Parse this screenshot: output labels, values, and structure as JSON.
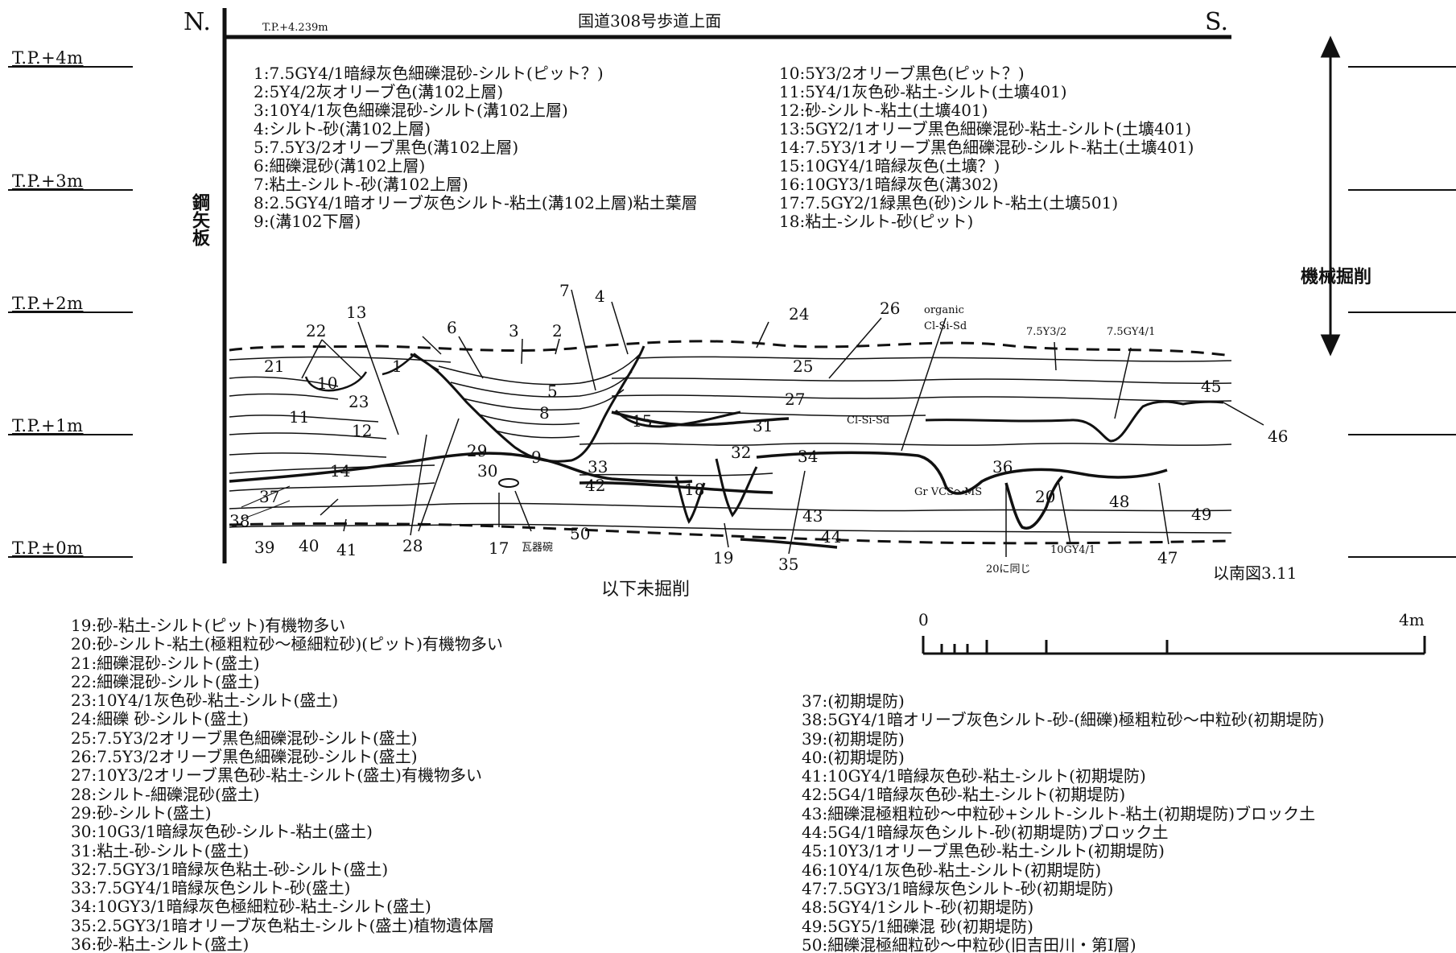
{
  "header": {
    "top_label": "国道308号歩道上面",
    "north": "N.",
    "south": "S.",
    "elevation_top": "T.P.+4.239m"
  },
  "tp_levels": [
    "T.P.+4m",
    "T.P.+3m",
    "T.P.+2m",
    "T.P.+1m",
    "T.P.±0m"
  ],
  "sheet_pile": "鋼矢板",
  "machine_excavation": "機械掘削",
  "unexcavated": "以下未掘削",
  "south_ref": "以南図3.11",
  "scale": {
    "start": "0",
    "end": "4m"
  },
  "legend_upper_left": [
    "1:7.5GY4/1暗緑灰色細礫混砂-シルト(ピット？)",
    "2:5Y4/2灰オリーブ色(溝102上層)",
    "3:10Y4/1灰色細礫混砂-シルト(溝102上層)",
    "4:シルト-砂(溝102上層)",
    "5:7.5Y3/2オリーブ黒色(溝102上層)",
    "6:細礫混砂(溝102上層)",
    "7:粘土-シルト-砂(溝102上層)",
    "8:2.5GY4/1暗オリーブ灰色シルト-粘土(溝102上層)粘土葉層",
    "9:(溝102下層)"
  ],
  "legend_upper_right": [
    "10:5Y3/2オリーブ黒色(ピット？)",
    "11:5Y4/1灰色砂-粘土-シルト(土壙401)",
    "12:砂-シルト-粘土(土壙401)",
    "13:5GY2/1オリーブ黒色細礫混砂-粘土-シルト(土壙401)",
    "14:7.5Y3/1オリーブ黒色細礫混砂-シルト-粘土(土壙401)",
    "15:10GY4/1暗緑灰色(土壙？)",
    "16:10GY3/1暗緑灰色(溝302)",
    "17:7.5GY2/1緑黒色(砂)シルト-粘土(土壙501)",
    "18:粘土-シルト-砂(ピット)"
  ],
  "legend_lower_left": [
    "19:砂-粘土-シルト(ピット)有機物多い",
    "20:砂-シルト-粘土(極粗粒砂～極細粒砂)(ピット)有機物多い",
    "21:細礫混砂-シルト(盛土)",
    "22:細礫混砂-シルト(盛土)",
    "23:10Y4/1灰色砂-粘土-シルト(盛土)",
    "24:細礫 砂-シルト(盛土)",
    "25:7.5Y3/2オリーブ黒色細礫混砂-シルト(盛土)",
    "26:7.5Y3/2オリーブ黒色細礫混砂-シルト(盛土)",
    "27:10Y3/2オリーブ黒色砂-粘土-シルト(盛土)有機物多い",
    "28:シルト-細礫混砂(盛土)",
    "29:砂-シルト(盛土)",
    "30:10G3/1暗緑灰色砂-シルト-粘土(盛土)",
    "31:粘土-砂-シルト(盛土)",
    "32:7.5GY3/1暗緑灰色粘土-砂-シルト(盛土)",
    "33:7.5GY4/1暗緑灰色シルト-砂(盛土)",
    "34:10GY3/1暗緑灰色極細粒砂-粘土-シルト(盛土)",
    "35:2.5GY3/1暗オリーブ灰色粘土-シルト(盛土)植物遺体層",
    "36:砂-粘土-シルト(盛土)"
  ],
  "legend_lower_right": [
    "37:(初期堤防)",
    "38:5GY4/1暗オリーブ灰色シルト-砂-(細礫)極粗粒砂～中粒砂(初期堤防)",
    "39:(初期堤防)",
    "40:(初期堤防)",
    "41:10GY4/1暗緑灰色砂-粘土-シルト(初期堤防)",
    "42:5G4/1暗緑灰色砂-粘土-シルト(初期堤防)",
    "43:細礫混極粗粒砂～中粒砂+シルト-シルト-粘土(初期堤防)ブロック土",
    "44:5G4/1暗緑灰色シルト-砂(初期堤防)ブロック土",
    "45:10Y3/1オリーブ黒色砂-粘土-シルト(初期堤防)",
    "46:10Y4/1灰色砂-粘土-シルト(初期堤防)",
    "47:7.5GY3/1暗緑灰色シルト-砂(初期堤防)",
    "48:5GY4/1シルト-砂(初期堤防)",
    "49:5GY5/1細礫混 砂(初期堤防)",
    "50:細礫混極細粒砂～中粒砂(旧吉田川・第Ⅰ層)"
  ],
  "section_labels": {
    "organic": "organic",
    "cl_si_sd_top": "Cl-Si-Sd",
    "cl_si_sd_mid": "Cl-Si-Sd",
    "gr_vcs_ms": "Gr VCS～MS",
    "color_a": "7.5Y3/2",
    "color_b": "7.5GY4/1",
    "color_c": "10GY4/1",
    "same_as_20": "20に同じ",
    "kawarake": "瓦器碗"
  },
  "layer_numbers": [
    "1",
    "2",
    "3",
    "4",
    "5",
    "6",
    "7",
    "8",
    "9",
    "10",
    "11",
    "12",
    "13",
    "14",
    "15",
    "17",
    "18",
    "19",
    "20",
    "21",
    "22",
    "23",
    "24",
    "25",
    "26",
    "27",
    "28",
    "29",
    "30",
    "31",
    "32",
    "33",
    "34",
    "35",
    "36",
    "37",
    "38",
    "39",
    "40",
    "41",
    "42",
    "43",
    "44",
    "45",
    "46",
    "47",
    "48",
    "49",
    "50"
  ]
}
